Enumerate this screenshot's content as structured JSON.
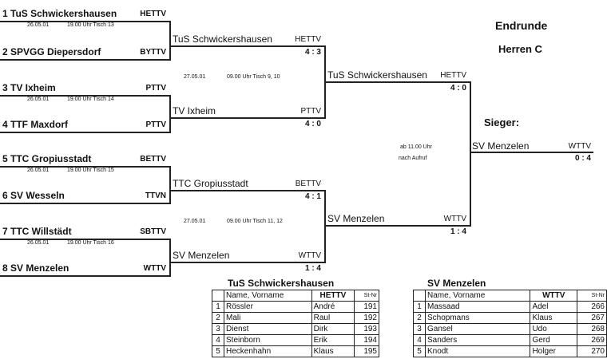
{
  "header": {
    "title": "Endrunde",
    "subtitle": "Herren C",
    "winner_label": "Sieger:"
  },
  "round1": [
    {
      "team": "1 TuS Schwickershausen",
      "verband": "HETTV"
    },
    {
      "team": "2 SPVGG Diepersdorf",
      "verband": "BYTTV"
    },
    {
      "team": "3 TV Ixheim",
      "verband": "PTTV"
    },
    {
      "team": "4 TTF Maxdorf",
      "verband": "PTTV"
    },
    {
      "team": "5 TTC Gropiusstadt",
      "verband": "BETTV"
    },
    {
      "team": "6 SV Wesseln",
      "verband": "TTVN"
    },
    {
      "team": "7 TTC Willstädt",
      "verband": "SBTTV"
    },
    {
      "team": "8 SV Menzelen",
      "verband": "WTTV"
    }
  ],
  "round1_schedule": [
    {
      "date": "26.05.01",
      "time": "19.00 Uhr Tisch 13"
    },
    {
      "date": "26.05.01",
      "time": "19.00 Uhr Tisch 14"
    },
    {
      "date": "26.05.01",
      "time": "19.00 Uhr Tisch 15"
    },
    {
      "date": "26.05.01",
      "time": "19.00 Uhr Tisch 16"
    }
  ],
  "round2": [
    {
      "team": "TuS Schwickershausen",
      "verband": "HETTV",
      "score": "4 : 3"
    },
    {
      "team": "TV Ixheim",
      "verband": "PTTV",
      "score": "4 : 0"
    },
    {
      "team": "TTC Gropiusstadt",
      "verband": "BETTV",
      "score": "4 : 1"
    },
    {
      "team": "SV Menzelen",
      "verband": "WTTV",
      "score": "1 : 4"
    }
  ],
  "round2_schedule": [
    {
      "date": "27.05.01",
      "time": "09.00 Uhr Tisch 9, 10"
    },
    {
      "date": "27.05.01",
      "time": "09.00 Uhr Tisch 11, 12"
    }
  ],
  "round3": [
    {
      "team": "TuS Schwickershausen",
      "verband": "HETTV",
      "score": "4 : 0"
    },
    {
      "team": "SV Menzelen",
      "verband": "WTTV",
      "score": "1 : 4"
    }
  ],
  "final_schedule": {
    "time": "ab 11.00 Uhr",
    "note": "nach Aufruf"
  },
  "winner": {
    "team": "SV Menzelen",
    "verband": "WTTV",
    "score": "0 : 4"
  },
  "rosters": [
    {
      "title": "TuS Schwickershausen",
      "header": "Name, Vorname",
      "verband": "HETTV",
      "nr_header": "St-Nr",
      "players": [
        [
          "1",
          "Rössler",
          "André",
          "191"
        ],
        [
          "2",
          "Mali",
          "Raul",
          "192"
        ],
        [
          "3",
          "Dienst",
          "Dirk",
          "193"
        ],
        [
          "4",
          "Steinborn",
          "Erik",
          "194"
        ],
        [
          "5",
          "Heckenhahn",
          "Klaus",
          "195"
        ]
      ]
    },
    {
      "title": "SV Menzelen",
      "header": "Name, Vorname",
      "verband": "WTTV",
      "nr_header": "St-Nr",
      "players": [
        [
          "1",
          "Massaad",
          "Adel",
          "266"
        ],
        [
          "2",
          "Schopmans",
          "Klaus",
          "267"
        ],
        [
          "3",
          "Gansel",
          "Udo",
          "268"
        ],
        [
          "4",
          "Sanders",
          "Gerd",
          "269"
        ],
        [
          "5",
          "Knodt",
          "Holger",
          "270"
        ]
      ]
    }
  ]
}
